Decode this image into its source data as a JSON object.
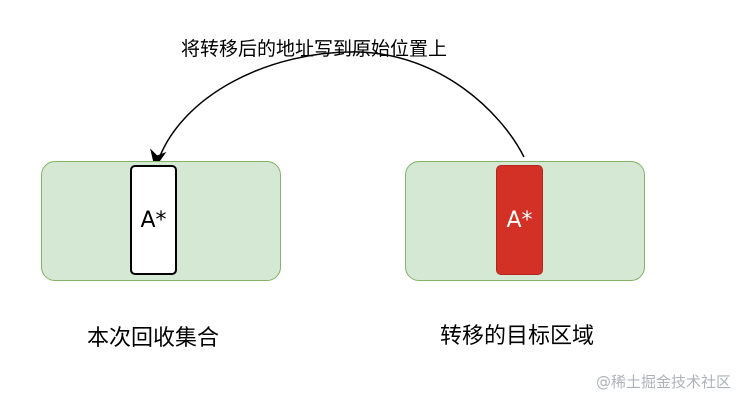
{
  "arrow": {
    "label": "将转移后的地址写到原始位置上"
  },
  "left_region": {
    "slot_label": "A*",
    "caption": "本次回收集合"
  },
  "right_region": {
    "slot_label": "A*",
    "caption": "转移的目标区域"
  },
  "watermark": "@稀土掘金技术社区",
  "colors": {
    "region_fill": "#d5e8d4",
    "region_border": "#82b366",
    "moved_object": "#d33125",
    "original_slot": "#ffffff"
  }
}
